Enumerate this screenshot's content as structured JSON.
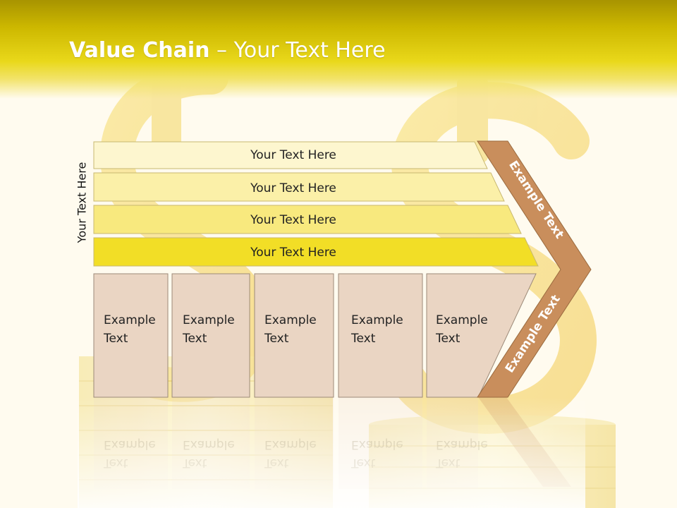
{
  "slide": {
    "title_bold": "Value Chain",
    "title_rest": " – Your Text Here",
    "side_label": "Your Text Here"
  },
  "bands": [
    {
      "label": "Your Text Here",
      "color": "#fdf6cf"
    },
    {
      "label": "Your Text Here",
      "color": "#fbf0a8"
    },
    {
      "label": "Your Text Here",
      "color": "#f8e97e"
    },
    {
      "label": "Your Text Here",
      "color": "#f2de26"
    }
  ],
  "columns": [
    {
      "line1": "Example",
      "line2": "Text"
    },
    {
      "line1": "Example",
      "line2": "Text"
    },
    {
      "line1": "Example",
      "line2": "Text"
    },
    {
      "line1": "Example",
      "line2": "Text"
    },
    {
      "line1": "Example",
      "line2": "Text"
    }
  ],
  "chevron": {
    "top_label": "Example Text",
    "bottom_label": "Example Text",
    "color": "#c98e5c"
  },
  "colors": {
    "column_fill": "#ead5c3",
    "column_stroke": "#9c8a78",
    "accent": "#c98e5c"
  }
}
